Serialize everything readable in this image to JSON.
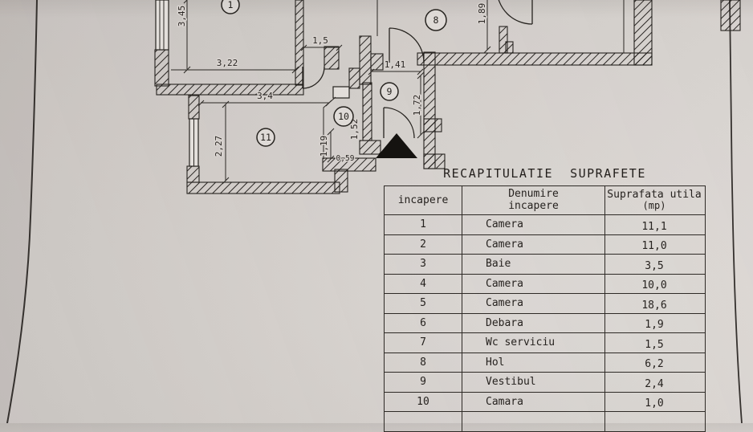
{
  "plan": {
    "room_labels": {
      "r1": "1",
      "r8": "8",
      "r9": "9",
      "r10": "10",
      "r11": "11"
    },
    "dimensions": {
      "room1_height": "3,45",
      "room1_width": "3,22",
      "opening_width": "1,5",
      "hall_door": "1,89",
      "vestibule_width": "1,41",
      "vestibule_height": "1,72",
      "room11_width": "3,4",
      "room11_height": "2,27",
      "niche_height": "1,19",
      "closet_height": "1,52",
      "closet_width": "0,59"
    }
  },
  "table": {
    "title": "RECAPITULATIE  SUPRAFETE",
    "headers": {
      "col1": "incapere",
      "col2_line1": "Denumire",
      "col2_line2": "incapere",
      "col3_line1": "Suprafata utila",
      "col3_line2": "(mp)"
    },
    "rows": [
      {
        "nr": "1",
        "name": "Camera",
        "area": "11,1"
      },
      {
        "nr": "2",
        "name": "Camera",
        "area": "11,0"
      },
      {
        "nr": "3",
        "name": "Baie",
        "area": "3,5"
      },
      {
        "nr": "4",
        "name": "Camera",
        "area": "10,0"
      },
      {
        "nr": "5",
        "name": "Camera",
        "area": "18,6"
      },
      {
        "nr": "6",
        "name": "Debara",
        "area": "1,9"
      },
      {
        "nr": "7",
        "name": "Wc serviciu",
        "area": "1,5"
      },
      {
        "nr": "8",
        "name": "Hol",
        "area": "6,2"
      },
      {
        "nr": "9",
        "name": "Vestibul",
        "area": "2,4"
      },
      {
        "nr": "10",
        "name": "Camara",
        "area": "1,0"
      }
    ]
  }
}
